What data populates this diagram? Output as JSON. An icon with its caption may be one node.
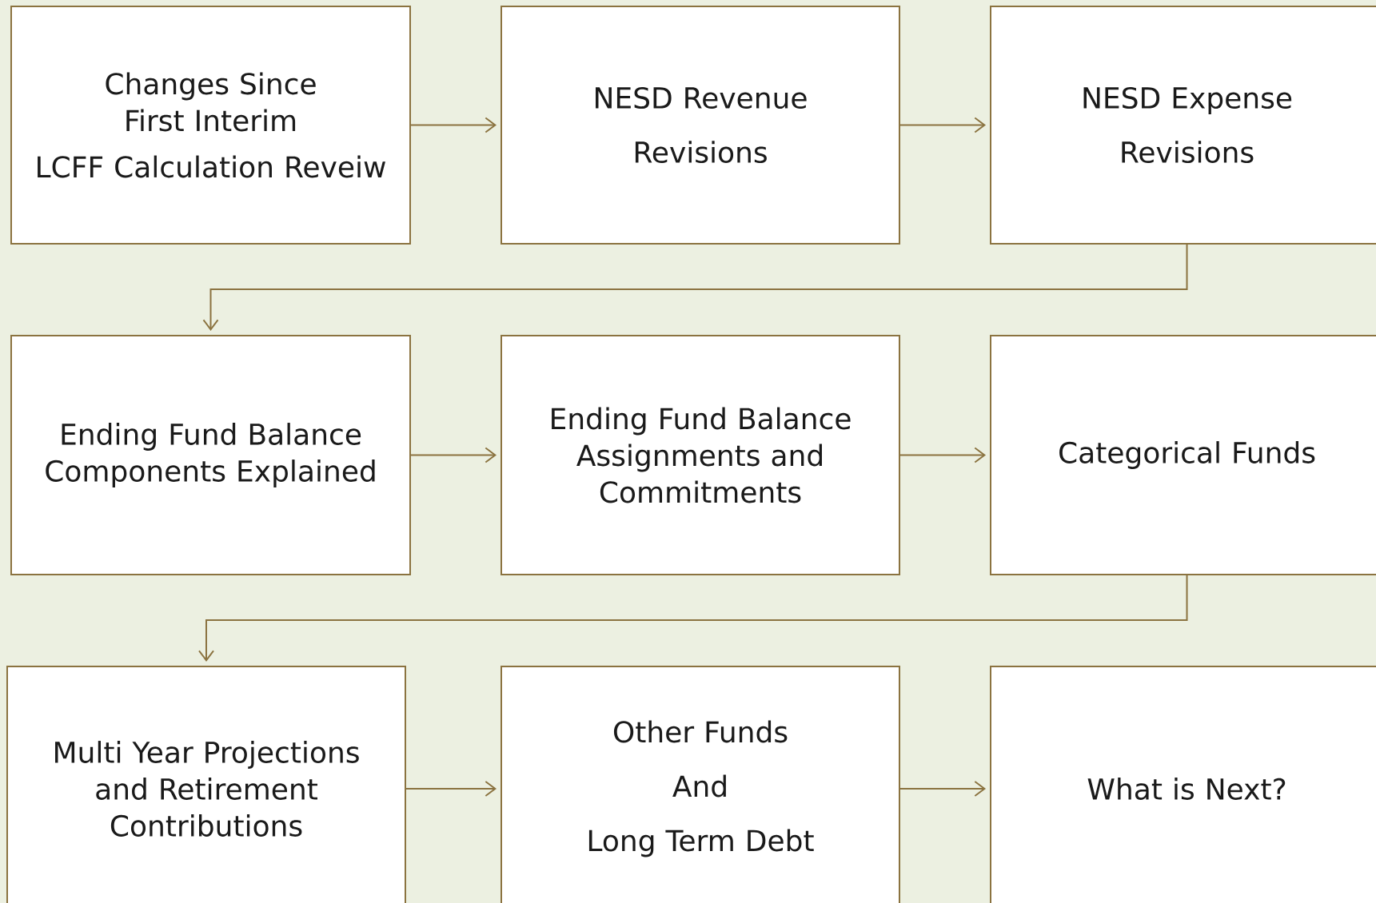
{
  "diagram": {
    "nodes": [
      {
        "text": [
          "Changes Since First Interim",
          "LCFF Calculation Reveiw"
        ]
      },
      {
        "text": [
          "NESD Revenue",
          "Revisions"
        ]
      },
      {
        "text": [
          "NESD Expense",
          "Revisions"
        ]
      },
      {
        "text": [
          "Ending Fund Balance Components Explained"
        ]
      },
      {
        "text": [
          "Ending Fund Balance Assignments and Commitments"
        ]
      },
      {
        "text": [
          "Categorical Funds"
        ]
      },
      {
        "text": [
          "Multi Year Projections and Retirement Contributions"
        ]
      },
      {
        "text": [
          "Other Funds",
          "And",
          "Long Term Debt"
        ]
      },
      {
        "text": [
          "What is Next?"
        ]
      }
    ],
    "edges": [
      {
        "from": 0,
        "to": 1,
        "arrow": "to"
      },
      {
        "from": 1,
        "to": 2,
        "arrow": "to"
      },
      {
        "from": 2,
        "to": 3,
        "arrow": "to"
      },
      {
        "from": 3,
        "to": 4,
        "arrow": "to"
      },
      {
        "from": 4,
        "to": 5,
        "arrow": "to"
      },
      {
        "from": 5,
        "to": 6,
        "arrow": "to"
      },
      {
        "from": 6,
        "to": 7,
        "arrow": "to"
      },
      {
        "from": 7,
        "to": 8,
        "arrow": "to"
      }
    ]
  }
}
